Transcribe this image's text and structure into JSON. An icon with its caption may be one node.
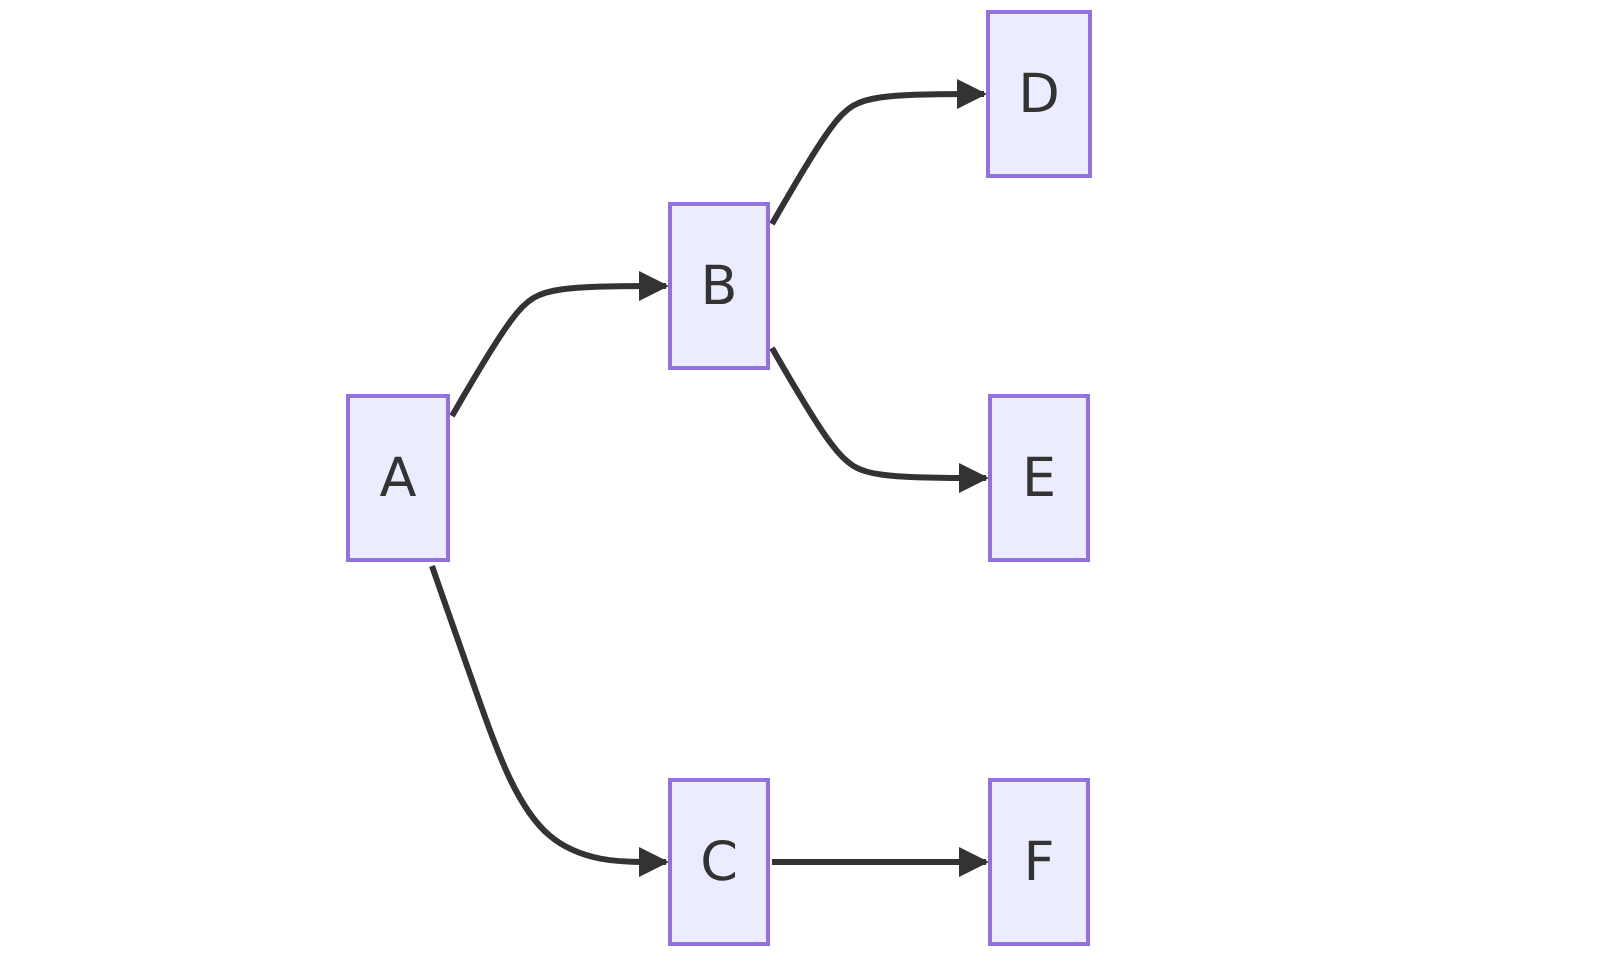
{
  "diagram": {
    "nodes": [
      {
        "text": [
          "A"
        ]
      },
      {
        "text": [
          "B"
        ]
      },
      {
        "text": [
          "C"
        ]
      },
      {
        "text": [
          "D"
        ]
      },
      {
        "text": [
          "E"
        ]
      },
      {
        "text": [
          "F"
        ]
      }
    ],
    "edges": [
      {
        "from": 0,
        "to": 1,
        "arrow": "to"
      },
      {
        "from": 0,
        "to": 2,
        "arrow": "to"
      },
      {
        "from": 1,
        "to": 3,
        "arrow": "to"
      },
      {
        "from": 1,
        "to": 4,
        "arrow": "to"
      },
      {
        "from": 2,
        "to": 5,
        "arrow": "to"
      }
    ]
  }
}
